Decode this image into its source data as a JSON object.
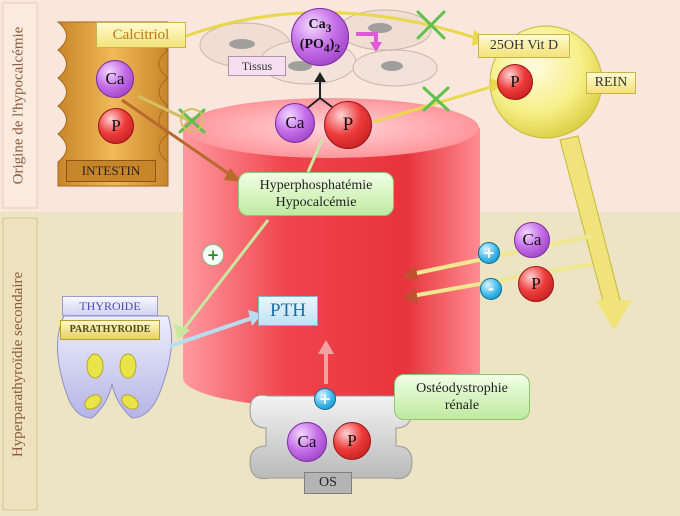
{
  "side_labels": {
    "top": "Origine de l'hypocalcémie",
    "bottom": "Hyperparathyroïdie secondaire"
  },
  "top_labels": {
    "calcitriol": "Calcitriol",
    "tissus": "Tissus",
    "vit_d": "25OH Vit D",
    "rein": "REIN",
    "intestin": "INTESTIN"
  },
  "molecule": {
    "ca_text": "Ca",
    "ca_sub": "3",
    "po_text": "(PO",
    "po_sub": "4",
    "po_close": ")",
    "po_close_sub": "2"
  },
  "ions": {
    "ca": "Ca",
    "p": "P"
  },
  "boxes": {
    "hyper_line1": "Hyperphosphatémie",
    "hyper_line2": "Hypocalcémie",
    "pth": "PTH",
    "osteo_line1": "Ostéodystrophie",
    "osteo_line2": "rénale",
    "thyroide": "THYROIDE",
    "parathyroide": "PARATHYROIDE",
    "os": "OS"
  },
  "signs": {
    "plus": "+",
    "minus": "-"
  },
  "colors": {
    "top_band": "#f9e6dc",
    "bottom_band": "#ece4c2",
    "cylinder": "#e8343c",
    "ca_ion": "#c56ee8",
    "p_ion": "#e33b3b",
    "green_box": "#c8ecaa",
    "yellow_box": "#f6e68c",
    "pth_box": "#d8eef8"
  }
}
